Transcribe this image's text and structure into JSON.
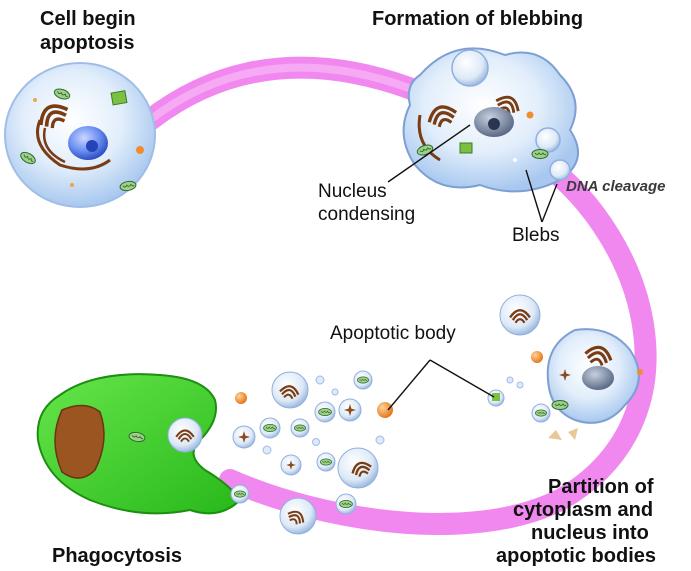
{
  "stages": {
    "cell_begin": [
      "Cell begin",
      "apoptosis"
    ],
    "blebbing": "Formation of blebbing",
    "partition": [
      "Partition of",
      "cytoplasm and",
      "nucleus into",
      "apoptotic bodies"
    ],
    "phagocytosis": "Phagocytosis"
  },
  "callouts": {
    "nucleus": [
      "Nucleus",
      "condensing"
    ],
    "dna": "DNA cleavage",
    "blebs": "Blebs",
    "apoptotic_body": "Apoptotic body"
  },
  "colors": {
    "arc": "#ee7bed",
    "cell_body": "#cfe4f9",
    "nucleus": "#5b7fe6",
    "phagocyte": "#41d22b",
    "phagocyte_nucleus": "#9a5520",
    "organelle": "#7a3c12",
    "orange_vesicle": "#f08c2c"
  },
  "icons": [
    "mitochondrion-icon",
    "golgi-icon",
    "nucleus-icon",
    "vesicle-icon"
  ]
}
